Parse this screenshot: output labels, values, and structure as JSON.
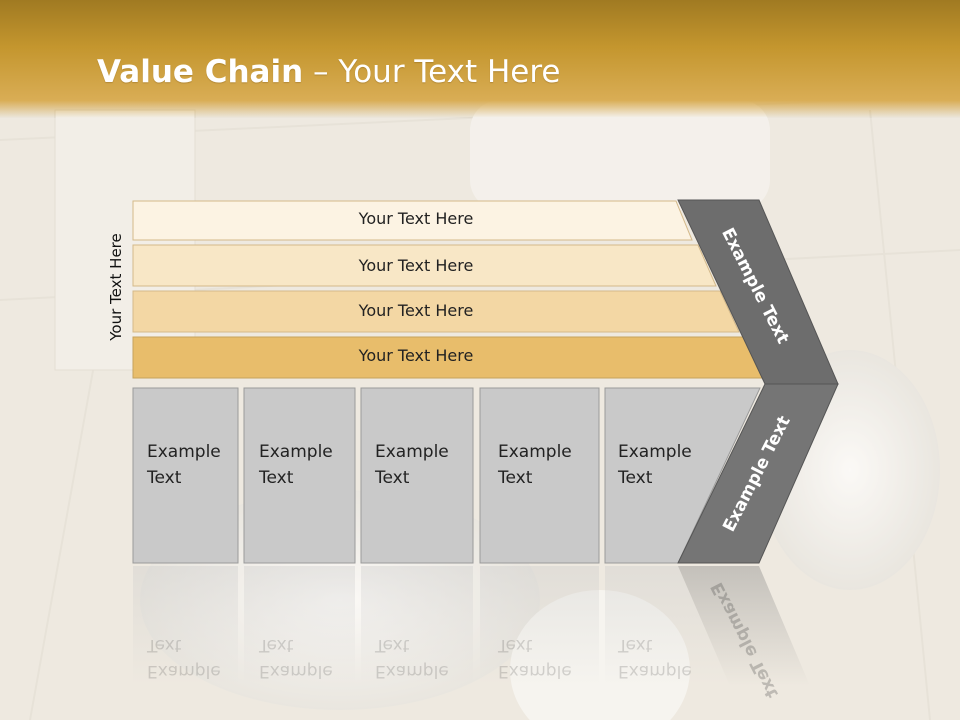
{
  "slide": {
    "title_bold": "Value Chain",
    "title_rest": " – Your Text Here",
    "side_label": "Your Text Here"
  },
  "rows": [
    {
      "label": "Your Text Here",
      "color": "#fcf3e3"
    },
    {
      "label": "Your Text Here",
      "color": "#f8e7c6"
    },
    {
      "label": "Your Text Here",
      "color": "#f3d7a4"
    },
    {
      "label": "Your Text Here",
      "color": "#e8bd6b"
    }
  ],
  "cells": [
    {
      "line1": "Example",
      "line2": "Text"
    },
    {
      "line1": "Example",
      "line2": "Text"
    },
    {
      "line1": "Example",
      "line2": "Text"
    },
    {
      "line1": "Example",
      "line2": "Text"
    },
    {
      "line1": "Example",
      "line2": "Text"
    }
  ],
  "arrow": {
    "upper": "Example Text",
    "lower": "Example Text",
    "upper_color": "#6d6d6d",
    "lower_color": "#757575"
  },
  "colors": {
    "header": "#c4962e",
    "cell": "#c9c9c9"
  }
}
